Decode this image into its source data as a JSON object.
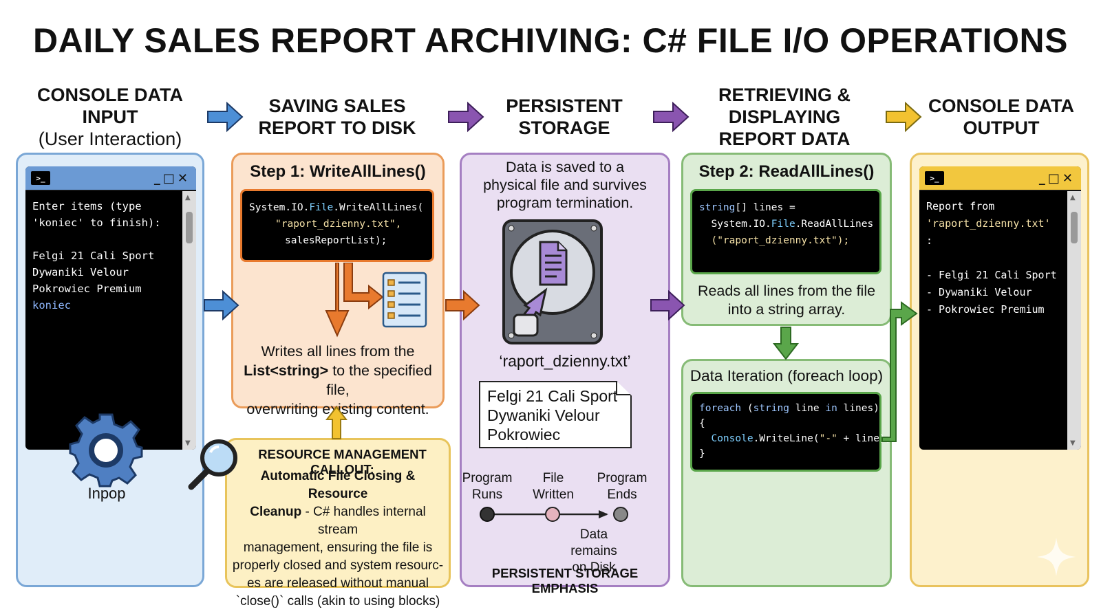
{
  "title": "DAILY SALES REPORT ARCHIVING: C# FILE I/O OPERATIONS",
  "headers": {
    "h1_line1": "CONSOLE DATA",
    "h1_line2": "INPUT",
    "h1_sub": "(User Interaction)",
    "h2_line1": "SAVING SALES",
    "h2_line2": "REPORT TO DISK",
    "h3_line1": "PERSISTENT",
    "h3_line2": "STORAGE",
    "h4_line1": "RETRIEVING &",
    "h4_line2": "DISPLAYING",
    "h4_line3": "REPORT DATA",
    "h5_line1": "CONSOLE DATA",
    "h5_line2": "OUTPUT"
  },
  "input_console": {
    "prompt_glyph": ">_",
    "controls": "_□✕",
    "line1": "Enter items (type",
    "line2": "'koniec' to finish):",
    "item1": "Felgi 21 Cali Sport",
    "item2": "Dywaniki Velour",
    "item3": "Pokrowiec Premium",
    "end_word": "koniec",
    "gear_label": "Inpop"
  },
  "write_step": {
    "title": "Step 1: WriteAllLines()",
    "code_l1_a": "System.IO.",
    "code_l1_b": "File",
    "code_l1_c": ".WriteAllLines(",
    "code_l2": "\"raport_dzienny.txt\",",
    "code_l3": "salesReportList);",
    "desc_l1": "Writes all lines from the",
    "desc_l2_bold": "List<string>",
    "desc_l2_rest": " to the specified file,",
    "desc_l3": "overwriting existing content."
  },
  "callout": {
    "title": "RESOURCE MANAGEMENT CALLOUT:",
    "bold_l1": "Automatic File Closing & Resource",
    "bold_l2": "Cleanup",
    "rest_l2": " - C# handles internal stream",
    "l3": "management, ensuring the file is",
    "l4": "properly closed and system resourc-",
    "l5": "es are released without manual",
    "l6": "`close()` calls (akin to using blocks)"
  },
  "storage": {
    "desc_l1": "Data is saved to a",
    "desc_l2": "physical file and survives",
    "desc_l3": "program termination.",
    "filename": "‘raport_dzienny.txt’",
    "doc_l1": "Felgi 21 Cali Sport",
    "doc_l2": "Dywaniki Velour",
    "doc_l3": "Pokrowiec Premium",
    "t1_l1": "Program",
    "t1_l2": "Runs",
    "t2_l1": "File",
    "t2_l2": "Written",
    "t3_l1": "Program",
    "t3_l2": "Ends",
    "remains_l1": "Data remains",
    "remains_l2": "on Disk",
    "emphasis": "PERSISTENT STORAGE EMPHASIS"
  },
  "read_step": {
    "title": "Step 2: ReadAllLines()",
    "code_l1_a": "string",
    "code_l1_b": "[] lines =",
    "code_l2_a": "  System.IO.",
    "code_l2_b": "File",
    "code_l2_c": ".ReadAllLines",
    "code_l3": "  (\"raport_dzienny.txt\");",
    "desc_l1": "Reads all lines from the file",
    "desc_l2": "into a string array."
  },
  "loop_step": {
    "title": "Data Iteration (foreach loop)",
    "l1_a": "foreach",
    "l1_b": " (",
    "l1_c": "string",
    "l1_d": " line ",
    "l1_e": "in",
    "l1_f": " lines)",
    "l2": "{",
    "l3_a": "  Console",
    "l3_b": ".WriteLine(",
    "l3_c": "\"-\"",
    "l3_d": " + line);",
    "l4": "}"
  },
  "output_console": {
    "prompt_glyph": ">_",
    "controls": "_□✕",
    "line1": "Report from",
    "line2": "'raport_dzienny.txt'",
    "line3": ":",
    "item1": "- Felgi 21 Cali Sport",
    "item2": "- Dywaniki Velour",
    "item3": "- Pokrowiec Premium"
  },
  "colors": {
    "blue_arrow": "#4d8fd6",
    "purple_arrow": "#8a55b0",
    "orange_arrow": "#e87a2e",
    "yellow_arrow": "#f2c230",
    "green_arrow": "#5aa64a"
  }
}
